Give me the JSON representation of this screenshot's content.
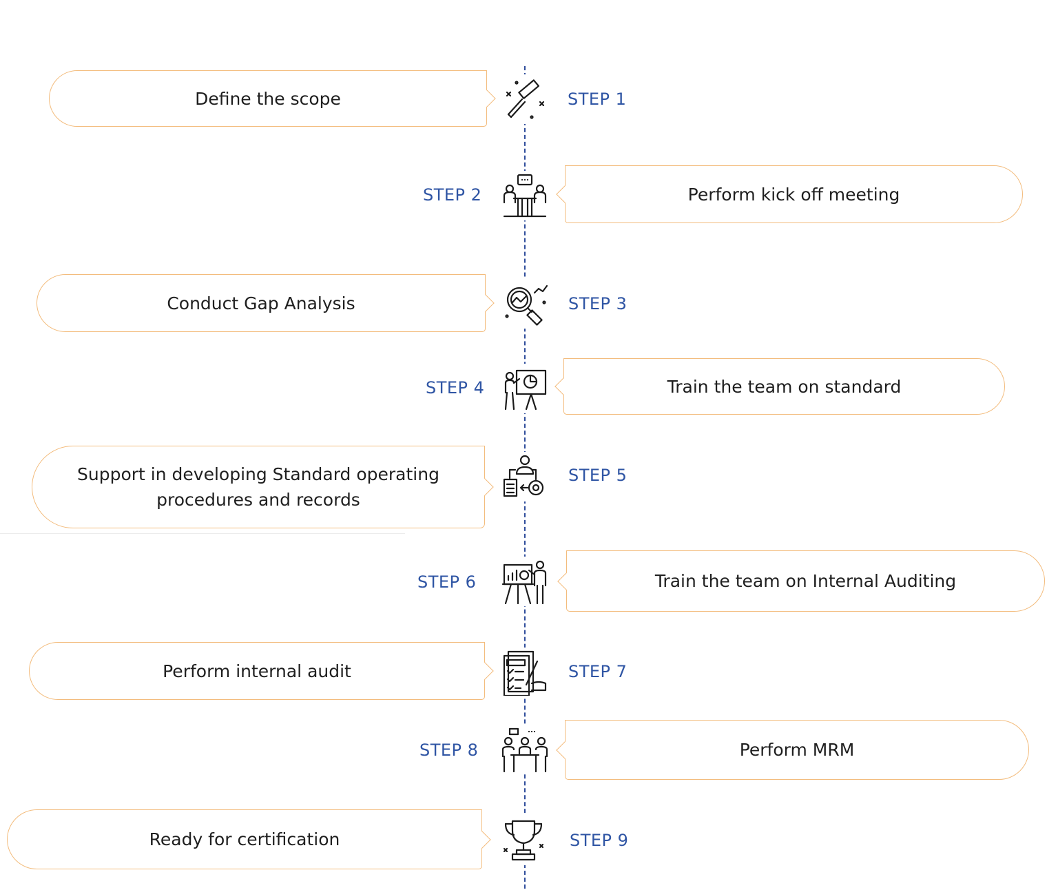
{
  "steps": [
    {
      "label": "STEP 1",
      "text": "Define the scope",
      "icon": "telescope-icon"
    },
    {
      "label": "STEP 2",
      "text": "Perform kick off meeting",
      "icon": "meeting-icon"
    },
    {
      "label": "STEP 3",
      "text": "Conduct Gap Analysis",
      "icon": "magnifier-analysis-icon"
    },
    {
      "label": "STEP 4",
      "text": "Train the team on standard",
      "icon": "presentation-board-icon"
    },
    {
      "label": "STEP 5",
      "text": "Support in developing Standard operating procedures and records",
      "icon": "process-gear-icon"
    },
    {
      "label": "STEP 6",
      "text": "Train the team on Internal Auditing",
      "icon": "trainer-easel-icon"
    },
    {
      "label": "STEP 7",
      "text": "Perform internal audit",
      "icon": "checklist-audit-icon"
    },
    {
      "label": "STEP 8",
      "text": "Perform MRM",
      "icon": "review-meeting-icon"
    },
    {
      "label": "STEP 9",
      "text": "Ready for certification",
      "icon": "trophy-icon"
    }
  ],
  "colors": {
    "accent_border": "#f3bc7d",
    "step_label": "#2f55a4",
    "timeline": "#2f4d9b"
  }
}
